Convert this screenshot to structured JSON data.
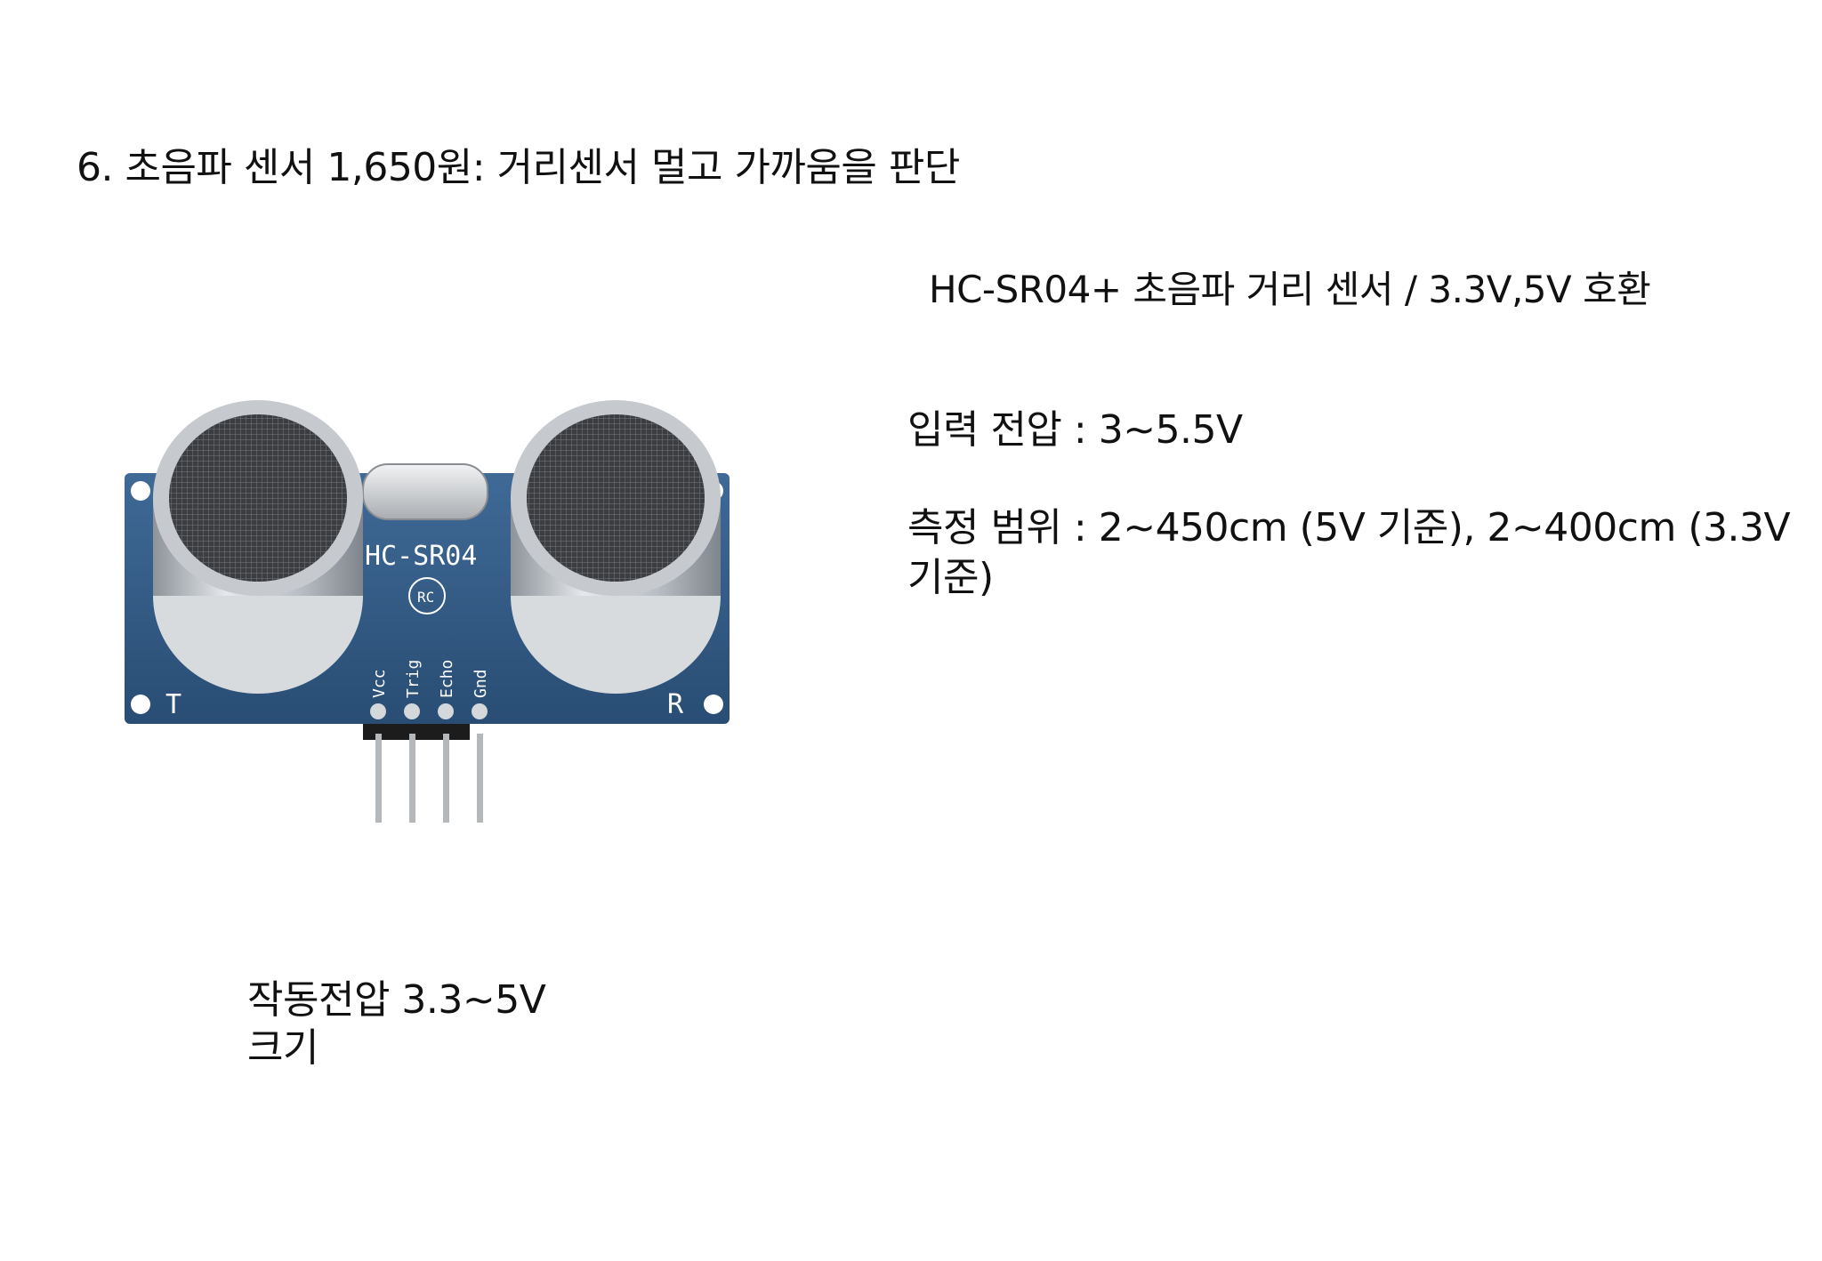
{
  "slide": {
    "title": "6. 초음파 센서 1,650원: 거리센서 멀고 가까움을 판단"
  },
  "product": {
    "name": "HC-SR04+ 초음파 거리 센서 / 3.3V,5V 호환",
    "specs": [
      "입력 전압 : 3~5.5V",
      "측정 범위 : 2~450cm (5V 기준), 2~400cm (3.3V 기준)"
    ]
  },
  "caption": {
    "lines": [
      "작동전압 3.3~5V",
      "크기"
    ]
  },
  "photo": {
    "board_label": "HC-SR04",
    "pins": [
      "Vcc",
      "Trig",
      "Echo",
      "Gnd"
    ],
    "transmitter_mark": "T",
    "receiver_mark": "R",
    "logo_mark": "RC"
  }
}
